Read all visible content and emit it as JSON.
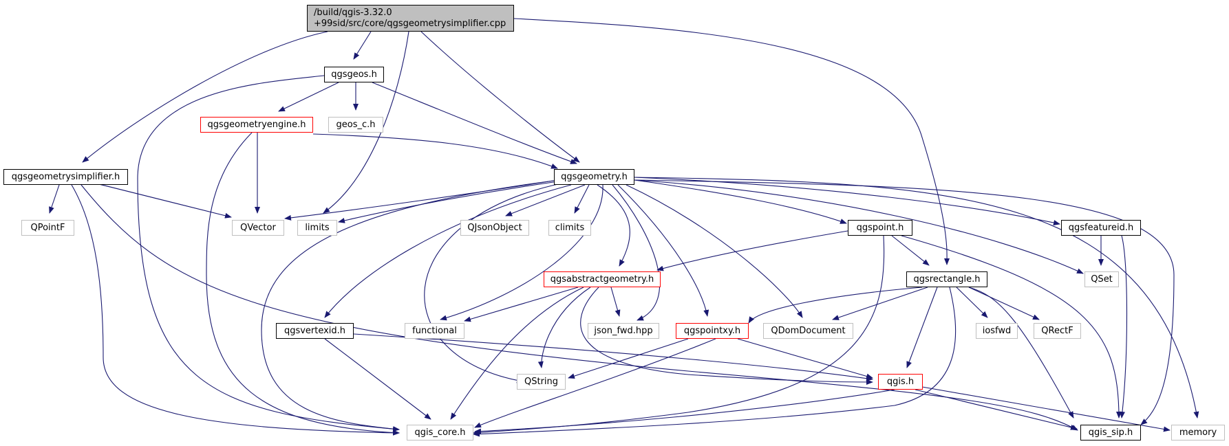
{
  "colors": {
    "edge": "#191970",
    "root_fill": "#bfbfbf",
    "documented_border": "#000000",
    "truncated_border": "#ff0000",
    "external_border": "#bfbfbf"
  },
  "graph": {
    "root": {
      "line1": "/build/qgis-3.32.0",
      "line2": "+99sid/src/core/qgsgeometrysimplifier.cpp"
    },
    "nodes": {
      "qgsgeos": "qgsgeos.h",
      "geos_c": "geos_c.h",
      "qgsgeometryengine": "qgsgeometryengine.h",
      "qgsgeometrysimplifier": "qgsgeometrysimplifier.h",
      "qgsgeometry": "qgsgeometry.h",
      "qpointf": "QPointF",
      "qvector": "QVector",
      "limits": "limits",
      "qjsonobject": "QJsonObject",
      "climits": "climits",
      "qgspoint": "qgspoint.h",
      "qgsfeatureid": "qgsfeatureid.h",
      "qgsabstractgeometry": "qgsabstractgeometry.h",
      "qgsrectangle": "qgsrectangle.h",
      "qset": "QSet",
      "qgsvertexid": "qgsvertexid.h",
      "functional": "functional",
      "json_fwd": "json_fwd.hpp",
      "qgspointxy": "qgspointxy.h",
      "qdomdocument": "QDomDocument",
      "iosfwd": "iosfwd",
      "qrectf": "QRectF",
      "qstring": "QString",
      "qgis": "qgis.h",
      "qgis_core": "qgis_core.h",
      "qgis_sip": "qgis_sip.h",
      "memory": "memory"
    }
  }
}
